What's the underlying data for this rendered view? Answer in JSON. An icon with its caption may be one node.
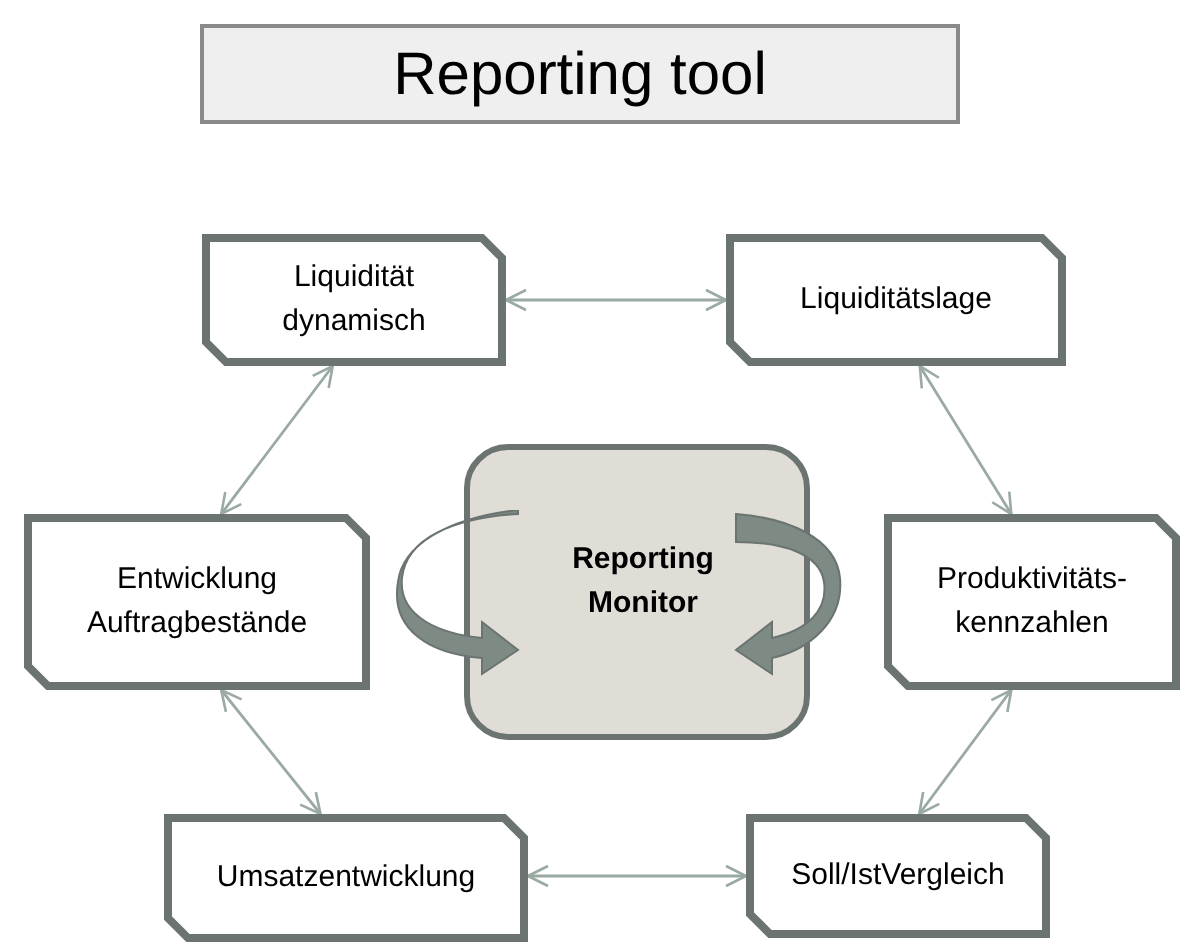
{
  "diagram": {
    "nodes": [
      {
        "text": [
          "Reporting tool"
        ]
      },
      {
        "text": [
          "Liquidität dynamisch"
        ]
      },
      {
        "text": [
          "Liquiditätslage"
        ]
      },
      {
        "text": [
          "Reporting Monitor"
        ]
      },
      {
        "text": [
          "Entwicklung Auftragbestände"
        ]
      },
      {
        "text": [
          "Produktivitäts- kennzahlen"
        ]
      },
      {
        "text": [
          "Umsatzentwicklung"
        ]
      },
      {
        "text": [
          "Soll/IstVergleich"
        ]
      }
    ],
    "edges": [
      {
        "from": 1,
        "to": 2,
        "arrow": "both"
      },
      {
        "from": 1,
        "to": 4,
        "arrow": "both"
      },
      {
        "from": 2,
        "to": 5,
        "arrow": "both"
      },
      {
        "from": 4,
        "to": 6,
        "arrow": "both"
      },
      {
        "from": 5,
        "to": 7,
        "arrow": "both"
      },
      {
        "from": 6,
        "to": 7,
        "arrow": "both"
      }
    ]
  }
}
